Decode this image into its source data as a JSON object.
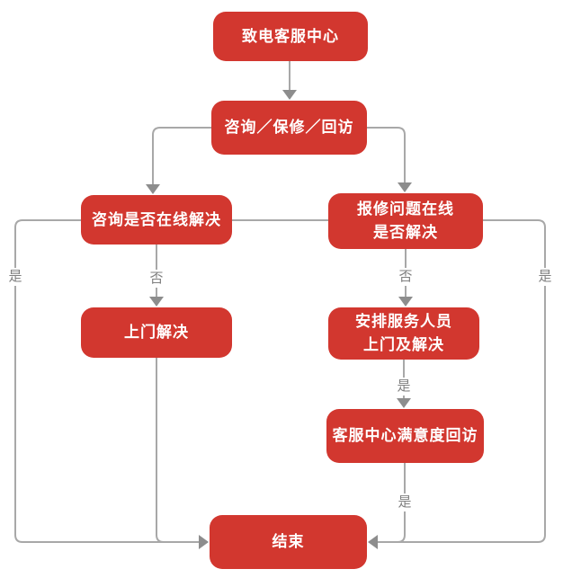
{
  "diagram": {
    "type": "flowchart",
    "colors": {
      "node_fill": "#d2372f",
      "node_text": "#ffffff",
      "connector": "#a8a8a8",
      "arrowhead": "#8d8d8d",
      "edge_label_text": "#7f7f7f",
      "background": "#ffffff"
    },
    "nodes": {
      "call_center": "致电客服中心",
      "service_type": "咨询／保修／回访",
      "consult_online": "咨询是否在线解决",
      "repair_online": "报修问题在线\n是否解决",
      "onsite_resolve": "上门解决",
      "arrange_staff": "安排服务人员\n上门及解决",
      "satisfaction_visit": "客服中心满意度回访",
      "end": "结束"
    },
    "edge_labels": {
      "yes_left": "是",
      "no_left": "否",
      "no_right": "否",
      "yes_right_outer": "是",
      "yes_mid_right": "是",
      "yes_bottom_right": "是"
    }
  }
}
